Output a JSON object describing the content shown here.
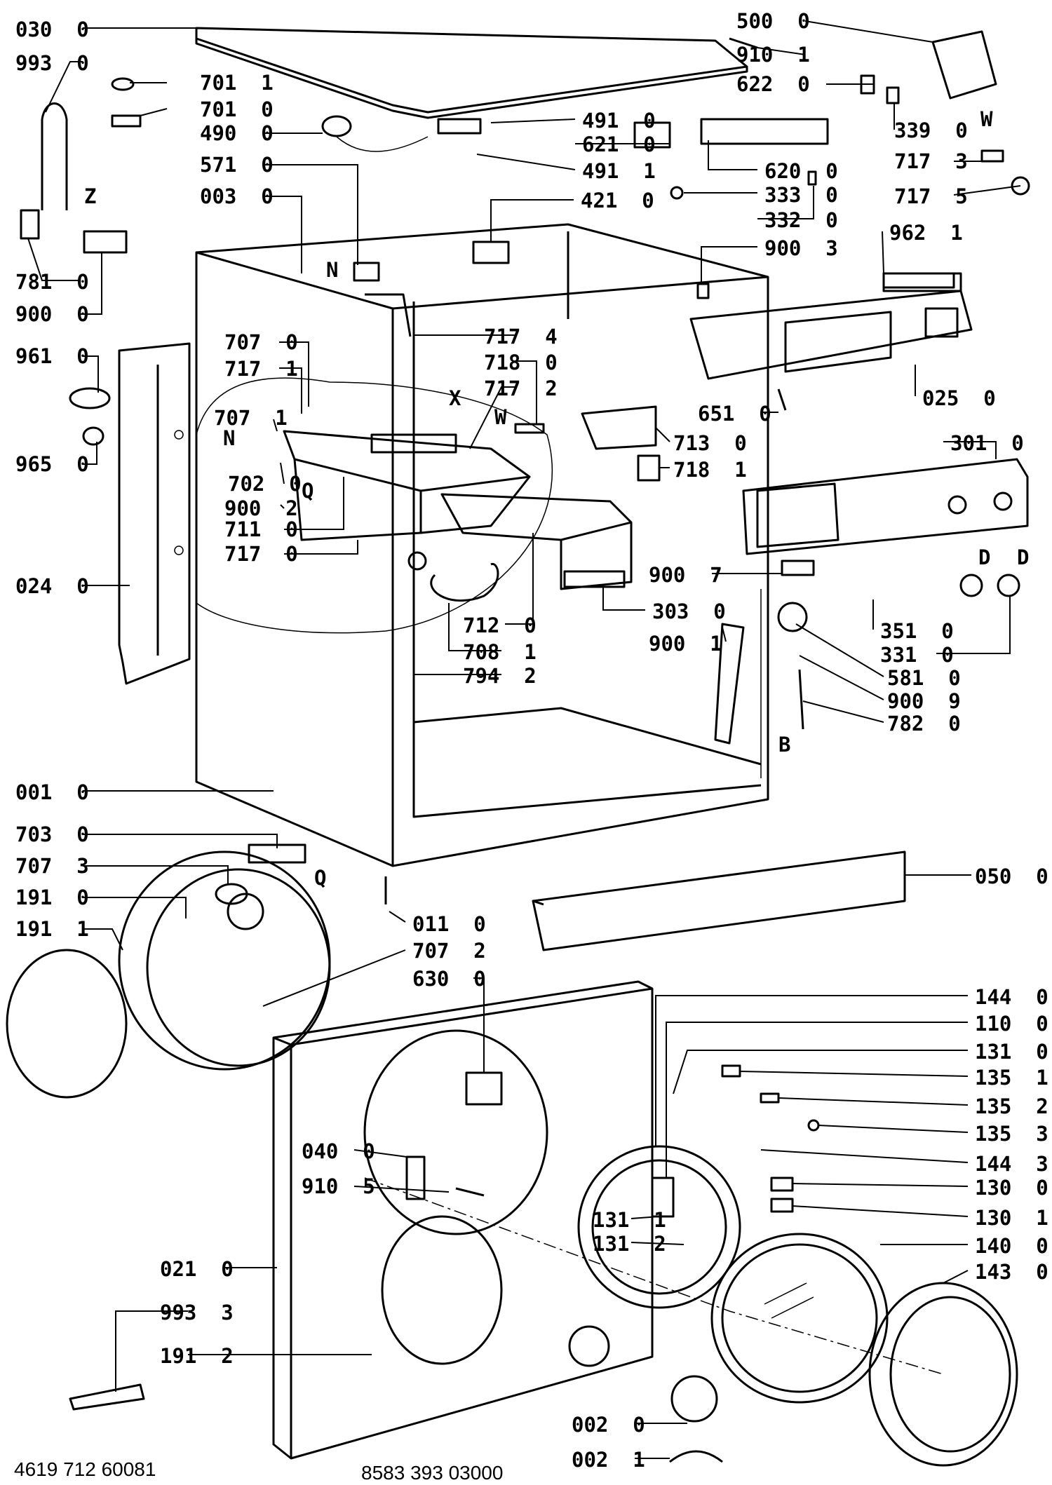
{
  "labels": [
    {
      "id": "030-0",
      "text": "030  0"
    },
    {
      "id": "993-0",
      "text": "993  0"
    },
    {
      "id": "701-1",
      "text": "701  1"
    },
    {
      "id": "701-0",
      "text": "701  0"
    },
    {
      "id": "490-0",
      "text": "490  0"
    },
    {
      "id": "571-0",
      "text": "571  0"
    },
    {
      "id": "003-0",
      "text": "003  0"
    },
    {
      "id": "781-0",
      "text": "781  0"
    },
    {
      "id": "900-0",
      "text": "900  0"
    },
    {
      "id": "961-0",
      "text": "961  0"
    },
    {
      "id": "707-0",
      "text": "707  0"
    },
    {
      "id": "717-1",
      "text": "717  1"
    },
    {
      "id": "707-1",
      "text": "707  1"
    },
    {
      "id": "965-0",
      "text": "965  0"
    },
    {
      "id": "702-0",
      "text": "702  0"
    },
    {
      "id": "900-2",
      "text": "900  2"
    },
    {
      "id": "711-0",
      "text": "711  0"
    },
    {
      "id": "717-0",
      "text": "717  0"
    },
    {
      "id": "024-0",
      "text": "024  0"
    },
    {
      "id": "001-0",
      "text": "001  0"
    },
    {
      "id": "703-0",
      "text": "703  0"
    },
    {
      "id": "707-3",
      "text": "707  3"
    },
    {
      "id": "191-0",
      "text": "191  0"
    },
    {
      "id": "191-1",
      "text": "191  1"
    },
    {
      "id": "011-0",
      "text": "011  0"
    },
    {
      "id": "707-2",
      "text": "707  2"
    },
    {
      "id": "630-0",
      "text": "630  0"
    },
    {
      "id": "040-0",
      "text": "040  0"
    },
    {
      "id": "910-5",
      "text": "910  5"
    },
    {
      "id": "021-0",
      "text": "021  0"
    },
    {
      "id": "993-3",
      "text": "993  3"
    },
    {
      "id": "191-2",
      "text": "191  2"
    },
    {
      "id": "500-0",
      "text": "500  0"
    },
    {
      "id": "910-1",
      "text": "910  1"
    },
    {
      "id": "622-0",
      "text": "622  0"
    },
    {
      "id": "491-0",
      "text": "491  0"
    },
    {
      "id": "621-0",
      "text": "621  0"
    },
    {
      "id": "491-1",
      "text": "491  1"
    },
    {
      "id": "339-0",
      "text": "339  0"
    },
    {
      "id": "717-3",
      "text": "717  3"
    },
    {
      "id": "620-0",
      "text": "620  0"
    },
    {
      "id": "333-0",
      "text": "333  0"
    },
    {
      "id": "717-5",
      "text": "717  5"
    },
    {
      "id": "421-0",
      "text": "421  0"
    },
    {
      "id": "332-0",
      "text": "332  0"
    },
    {
      "id": "962-1",
      "text": "962  1"
    },
    {
      "id": "900-3",
      "text": "900  3"
    },
    {
      "id": "717-4",
      "text": "717  4"
    },
    {
      "id": "718-0",
      "text": "718  0"
    },
    {
      "id": "717-2",
      "text": "717  2"
    },
    {
      "id": "025-0",
      "text": "025  0"
    },
    {
      "id": "651-0",
      "text": "651  0"
    },
    {
      "id": "713-0",
      "text": "713  0"
    },
    {
      "id": "718-1",
      "text": "718  1"
    },
    {
      "id": "301-0",
      "text": "301  0"
    },
    {
      "id": "900-7",
      "text": "900  7"
    },
    {
      "id": "303-0",
      "text": "303  0"
    },
    {
      "id": "712-0",
      "text": "712  0"
    },
    {
      "id": "708-1",
      "text": "708  1"
    },
    {
      "id": "794-2",
      "text": "794  2"
    },
    {
      "id": "900-1",
      "text": "900  1"
    },
    {
      "id": "351-0",
      "text": "351  0"
    },
    {
      "id": "331-0",
      "text": "331  0"
    },
    {
      "id": "581-0",
      "text": "581  0"
    },
    {
      "id": "900-9",
      "text": "900  9"
    },
    {
      "id": "782-0",
      "text": "782  0"
    },
    {
      "id": "050-0",
      "text": "050  0"
    },
    {
      "id": "144-0",
      "text": "144  0"
    },
    {
      "id": "110-0",
      "text": "110  0"
    },
    {
      "id": "131-0",
      "text": "131  0"
    },
    {
      "id": "135-1",
      "text": "135  1"
    },
    {
      "id": "135-2",
      "text": "135  2"
    },
    {
      "id": "135-3",
      "text": "135  3"
    },
    {
      "id": "144-3",
      "text": "144  3"
    },
    {
      "id": "130-0",
      "text": "130  0"
    },
    {
      "id": "130-1",
      "text": "130  1"
    },
    {
      "id": "131-1",
      "text": "131  1"
    },
    {
      "id": "131-2",
      "text": "131  2"
    },
    {
      "id": "140-0",
      "text": "140  0"
    },
    {
      "id": "143-0",
      "text": "143  0"
    },
    {
      "id": "002-0",
      "text": "002  0"
    },
    {
      "id": "002-1",
      "text": "002  1"
    }
  ],
  "markers": {
    "z": "Z",
    "n_top": "N",
    "n_left": "N",
    "x": "X",
    "w_center": "W",
    "w_right": "W",
    "q_left": "Q",
    "q_bottom": "Q",
    "d_left": "D",
    "d_right": "D",
    "b": "B"
  },
  "footer": {
    "left_code": "4619  712  60081",
    "center_code": "8583 393 03000"
  }
}
